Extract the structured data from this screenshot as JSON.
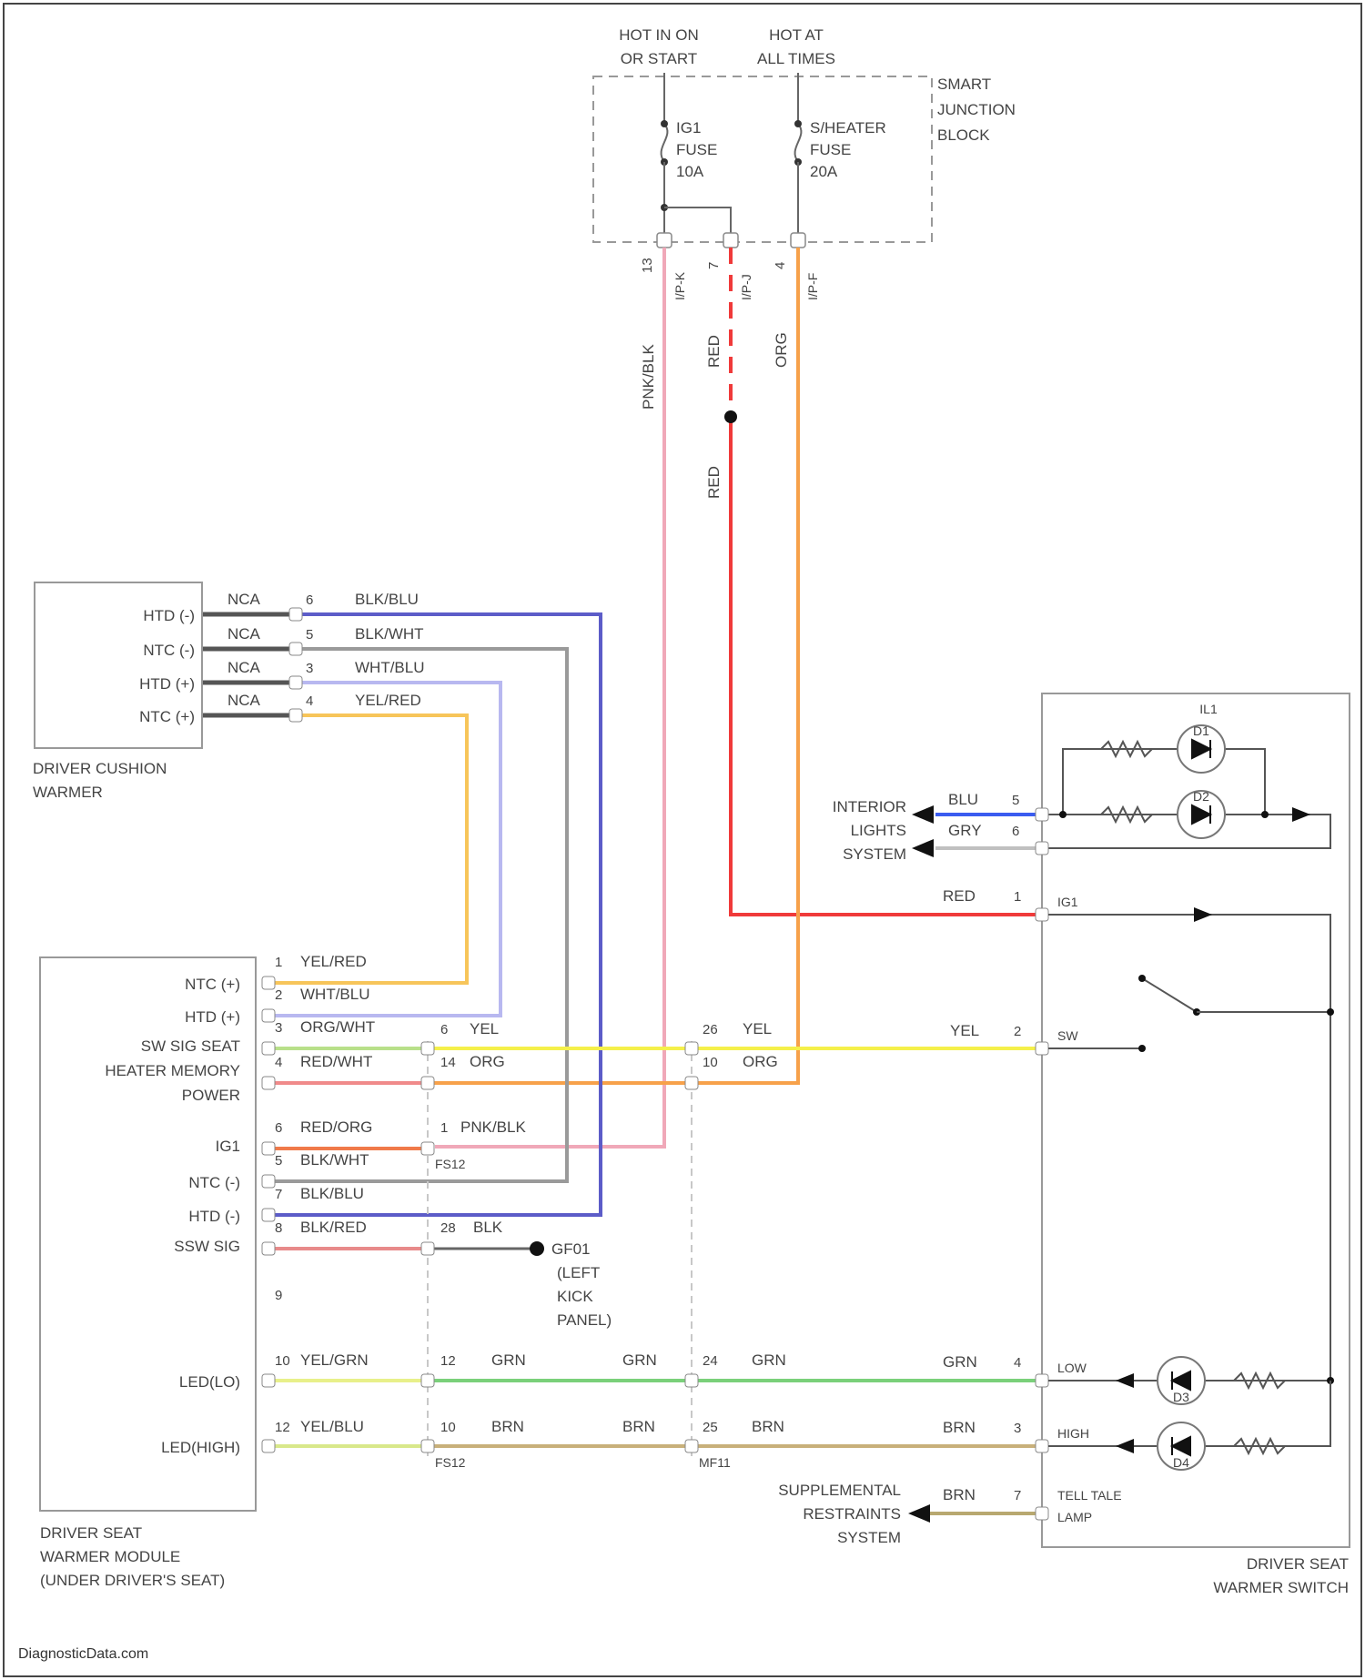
{
  "power": {
    "hot_ign_line1": "HOT IN ON",
    "hot_ign_line2": "OR START",
    "hot_always_line1": "HOT AT",
    "hot_always_line2": "ALL TIMES"
  },
  "smart_junction_block": {
    "label_line1": "SMART",
    "label_line2": "JUNCTION",
    "label_line3": "BLOCK",
    "fuse1": {
      "name": "IG1",
      "word": "FUSE",
      "rating": "10A"
    },
    "fuse2": {
      "name": "S/HEATER",
      "word": "FUSE",
      "rating": "20A"
    },
    "pin_a": "13",
    "conn_a": "I/P-K",
    "pin_b": "7",
    "conn_b": "I/P-J",
    "pin_c": "4",
    "conn_c": "I/P-F"
  },
  "vertical_wires": {
    "pnk_blk": "PNK/BLK",
    "red_upper": "RED",
    "red_lower": "RED",
    "org": "ORG"
  },
  "cushion_warmer": {
    "title_line1": "DRIVER CUSHION",
    "title_line2": "WARMER",
    "terminals": [
      "HTD (-)",
      "NTC (-)",
      "HTD (+)",
      "NTC (+)"
    ],
    "nca": [
      "NCA",
      "NCA",
      "NCA",
      "NCA"
    ],
    "pins": [
      "6",
      "5",
      "3",
      "4"
    ],
    "wires": [
      "BLK/BLU",
      "BLK/WHT",
      "WHT/BLU",
      "YEL/RED"
    ]
  },
  "module": {
    "title_line1": "DRIVER SEAT",
    "title_line2": "WARMER MODULE",
    "title_line3": "(UNDER DRIVER'S SEAT)",
    "terminals": {
      "ntc_pos": "NTC (+)",
      "htd_pos": "HTD (+)",
      "sig_line1": "SW SIG SEAT",
      "sig_line2": "HEATER MEMORY",
      "sig_line3": "POWER",
      "ig1": "IG1",
      "ntc_neg": "NTC (-)",
      "htd_neg": "HTD (-)",
      "ssw_sig": "SSW SIG",
      "led_lo": "LED(LO)",
      "led_high": "LED(HIGH)"
    },
    "pins": [
      "1",
      "2",
      "3",
      "4",
      "6",
      "5",
      "7",
      "8",
      "9",
      "10",
      "12"
    ],
    "wires": [
      "YEL/RED",
      "WHT/BLU",
      "ORG/WHT",
      "RED/WHT",
      "RED/ORG",
      "BLK/WHT",
      "BLK/BLU",
      "BLK/RED",
      "YEL/GRN",
      "YEL/BLU"
    ]
  },
  "connector_fs12": {
    "name_top": "FS12",
    "name_bottom": "FS12",
    "pins": [
      "6",
      "14",
      "1",
      "28",
      "12",
      "10"
    ],
    "wires": [
      "YEL",
      "ORG",
      "PNK/BLK",
      "BLK",
      "GRN",
      "BRN"
    ]
  },
  "connector_mf11": {
    "name": "MF11",
    "pins": [
      "26",
      "10",
      "24",
      "25"
    ],
    "wires": [
      "YEL",
      "ORG",
      "GRN",
      "BRN"
    ]
  },
  "ground": {
    "name": "GF01",
    "line1": "(LEFT",
    "line2": "KICK",
    "line3": "PANEL)"
  },
  "switch": {
    "title_line1": "DRIVER SEAT",
    "title_line2": "WARMER SWITCH",
    "lamp_label": "IL1",
    "lamp_d1": "D1",
    "lamp_d2": "D2",
    "lamp_d3": "D3",
    "lamp_d4": "D4",
    "pins": [
      "5",
      "6",
      "1",
      "2",
      "4",
      "3",
      "7"
    ],
    "wires": [
      "BLU",
      "GRY",
      "RED",
      "YEL",
      "GRN",
      "BRN",
      "BRN"
    ],
    "terminals": {
      "ig1": "IG1",
      "sw": "SW",
      "low": "LOW",
      "high": "HIGH",
      "tell1": "TELL TALE",
      "tell2": "LAMP"
    },
    "mid_wires": {
      "grn": "GRN",
      "brn": "BRN"
    }
  },
  "interior_lights": {
    "line1": "INTERIOR",
    "line2": "LIGHTS",
    "line3": "SYSTEM"
  },
  "srs": {
    "line1": "SUPPLEMENTAL",
    "line2": "RESTRAINTS",
    "line3": "SYSTEM"
  },
  "footer": "DiagnosticData.com",
  "colors": {
    "pnk_blk": "#f0a8b8",
    "red": "#f03a3a",
    "org": "#f7a14a",
    "blk_blu": "#5c5cc8",
    "blk_wht": "#9a9a9a",
    "wht_blu": "#b8b8f0",
    "yel_red": "#f7c55a",
    "yel": "#f5f04a",
    "grn": "#7ad07a",
    "brn": "#c8b07a",
    "blu": "#3a5cf0",
    "gry": "#c0c0c0",
    "yel_grn": "#e8f08a",
    "yel_blu": "#d8e88a",
    "red_org": "#f07a4a",
    "red_wht": "#f08a8a",
    "org_wht": "#b8e08a",
    "blk_red": "#e88a8a",
    "srs": "#b8a870",
    "frame": "#9a9a9a"
  }
}
